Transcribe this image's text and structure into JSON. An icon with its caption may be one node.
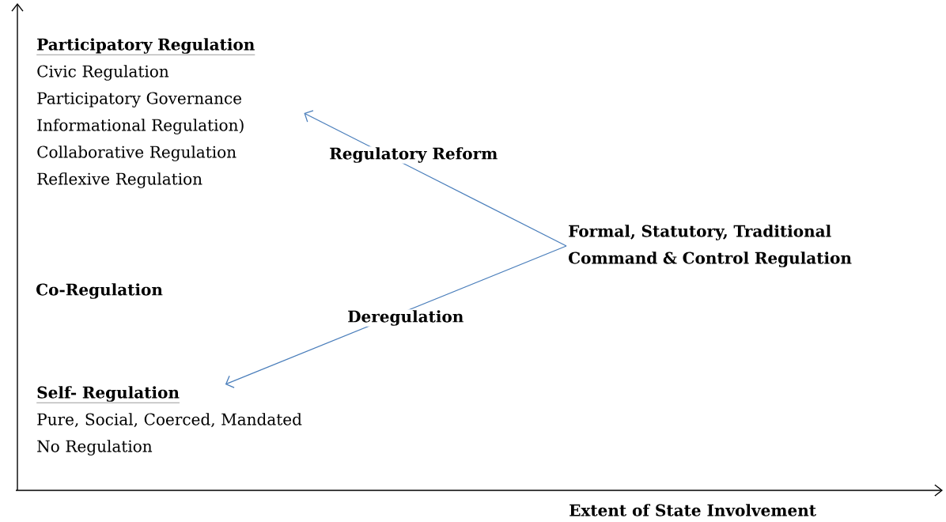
{
  "diagram": {
    "nodes": [
      {
        "text": [
          "Participatory Regulation",
          "Civic Regulation",
          "Participatory Governance",
          "Informational Regulation)",
          "Collaborative Regulation",
          "Reflexive Regulation"
        ]
      },
      {
        "text": [
          "Formal, Statutory, Traditional Command & Control Regulation"
        ]
      },
      {
        "text": [
          "Self- Regulation",
          "Pure, Social, Coerced, Mandated",
          "No Regulation"
        ]
      }
    ],
    "edges": [
      {
        "from": 1,
        "to": 0,
        "arrow": "to",
        "label": "Regulatory Reform"
      },
      {
        "from": 1,
        "to": 2,
        "arrow": "to",
        "label": "Deregulation"
      }
    ],
    "labels": [
      "Co-Regulation",
      "Extent of State Involvement"
    ]
  }
}
